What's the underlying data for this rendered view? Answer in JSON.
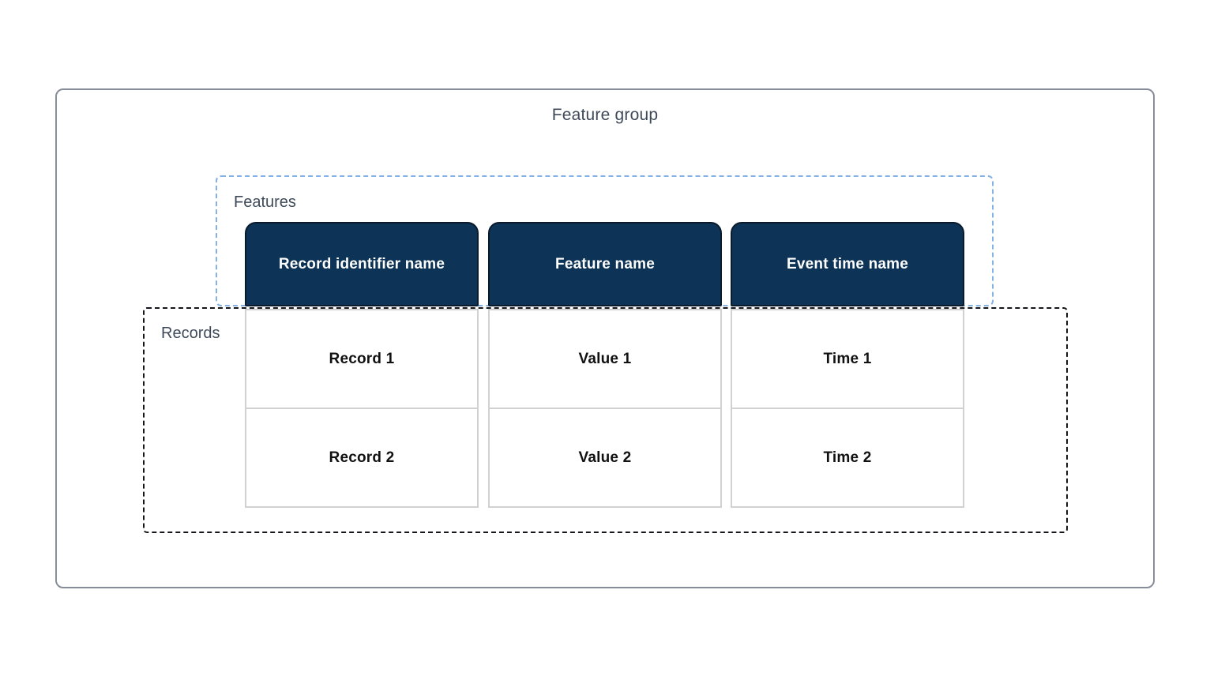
{
  "diagram": {
    "title": "Feature group",
    "features_label": "Features",
    "records_label": "Records",
    "columns": [
      {
        "header": "Record identifier name",
        "cells": [
          "Record 1",
          "Record 2"
        ]
      },
      {
        "header": "Feature name",
        "cells": [
          "Value 1",
          "Value 2"
        ]
      },
      {
        "header": "Event time name",
        "cells": [
          "Time 1",
          "Time 2"
        ]
      }
    ],
    "colors": {
      "header_background": "#0d3356",
      "header_text": "#ffffff",
      "features_dashed_border": "#85b2e5",
      "records_dashed_border": "#14161c",
      "outer_border": "#878e99",
      "label_text": "#3e4a5a",
      "cell_border": "#d1d1d1",
      "cell_text": "#111111"
    }
  }
}
